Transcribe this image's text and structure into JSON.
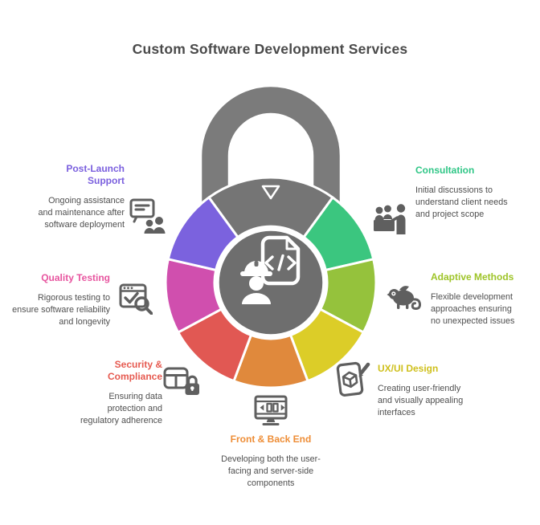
{
  "title": "Custom Software Development Services",
  "palette": {
    "title_color": "#4A4A4A",
    "description_color": "#4F4F4F",
    "icon_color": "#5F5F5F",
    "divider_color": "#FFFFFF"
  },
  "lock": {
    "shackle_color": "#7B7B7B",
    "top_segment_color": "#757575",
    "hub_color": "#6E6E6E",
    "center_icon": "engineer-code-document-icon",
    "marker": "down-triangle-outline"
  },
  "services": [
    {
      "label": "Consultation",
      "heading_color": "#2FC686",
      "segment_color": "#3BC67F",
      "icon": "meeting-discussion-icon",
      "description": "Initial discussions to understand client needs and project scope",
      "position": "top-right"
    },
    {
      "label": "Adaptive Methods",
      "heading_color": "#9EC428",
      "segment_color": "#95C23C",
      "icon": "chameleon-icon",
      "description": "Flexible development approaches ensuring no unexpected issues",
      "position": "right"
    },
    {
      "label": "UX/UI Design",
      "heading_color": "#CFC01D",
      "segment_color": "#DCCD28",
      "icon": "tablet-design-pencil-icon",
      "description": "Creating user-friendly and visually appealing interfaces",
      "position": "bottom-right"
    },
    {
      "label": "Front & Back End",
      "heading_color": "#EE8D36",
      "segment_color": "#E0893C",
      "icon": "monitor-layout-icon",
      "description": "Developing both the user-facing and server-side components",
      "position": "bottom"
    },
    {
      "label": "Security & Compliance",
      "heading_color": "#E65A50",
      "segment_color": "#E15853",
      "icon": "safe-padlock-icon",
      "description": "Ensuring data protection and regulatory adherence",
      "position": "bottom-left"
    },
    {
      "label": "Quality Testing",
      "heading_color": "#E7559F",
      "segment_color": "#D04FAE",
      "icon": "checklist-magnifier-icon",
      "description": "Rigorous testing to ensure software reliability and longevity",
      "position": "left"
    },
    {
      "label": "Post-Launch Support",
      "heading_color": "#7A5FDE",
      "segment_color": "#7B62DE",
      "icon": "presentation-people-icon",
      "description": "Ongoing assistance and maintenance after software deployment",
      "position": "top-left"
    }
  ]
}
